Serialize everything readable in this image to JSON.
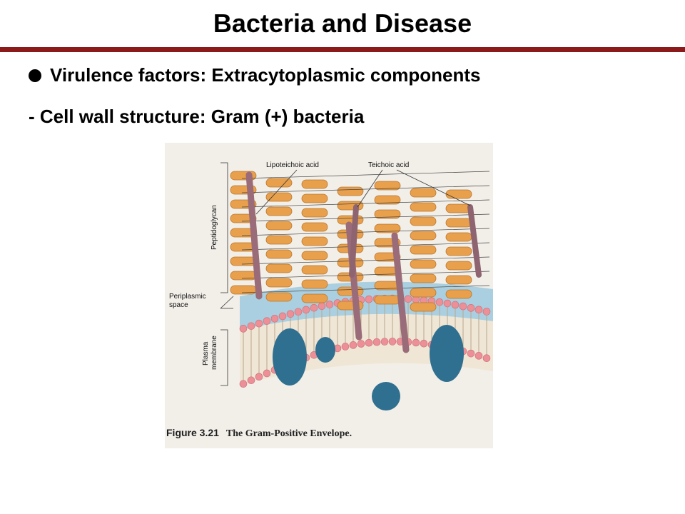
{
  "slide": {
    "title": "Bacteria and Disease",
    "bullet": "Virulence factors: Extracytoplasmic components",
    "subheading": "- Cell wall structure: Gram (+) bacteria"
  },
  "figure": {
    "labels": {
      "lipoteichoic_acid": "Lipoteichoic acid",
      "teichoic_acid": "Teichoic acid",
      "peptidoglycan": "Peptidoglycan",
      "periplasmic_space_1": "Periplasmic",
      "periplasmic_space_2": "space",
      "plasma_membrane_1": "Plasma",
      "plasma_membrane_2": "membrane"
    },
    "caption_number": "Figure 3.21",
    "caption_title": "The Gram-Positive Envelope."
  },
  "colors": {
    "title_rule": "#8b1a1a",
    "peptidoglycan": "#e8a04c",
    "periplasm": "#a9cfe0",
    "membrane_head": "#ec8f97",
    "protein": "#2f6f8f",
    "teichoic": "#9a6b78"
  }
}
